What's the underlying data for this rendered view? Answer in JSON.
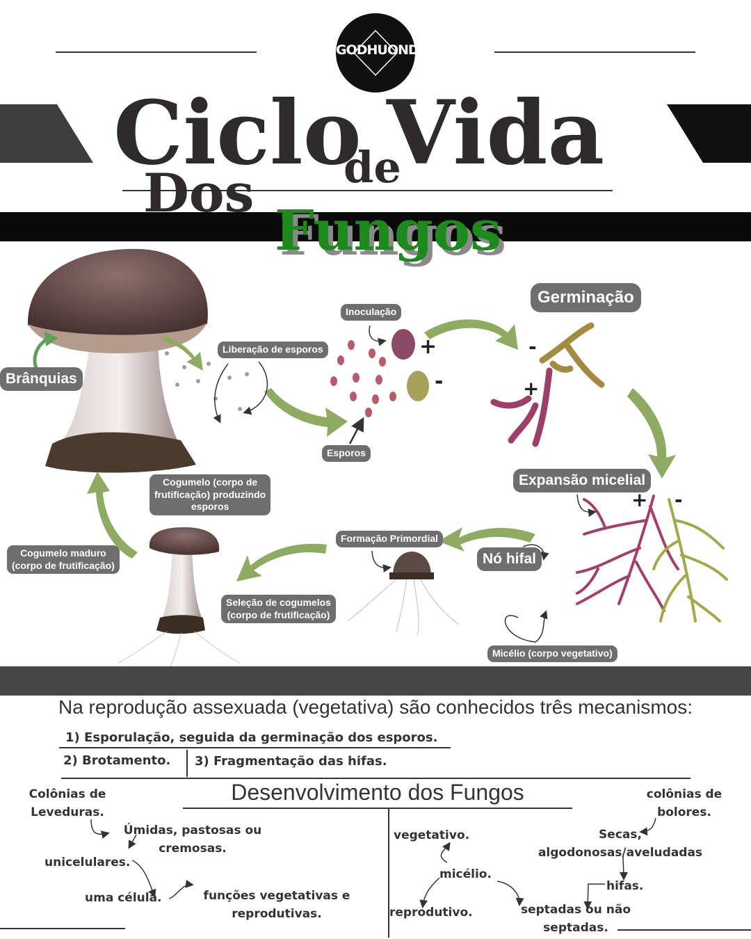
{
  "header": {
    "logo_text": "GODHUOND",
    "title_ciclo": "Ciclo",
    "title_de": "de",
    "title_vida": "Vida",
    "title_dos": "Dos",
    "title_fungos": "Fungos"
  },
  "colors": {
    "accent_green": "#1e8a1e",
    "arrow_green": "#8faa63",
    "pill_gray": "#6e6e6e",
    "dark_band": "#474747"
  },
  "diagram": {
    "labels": {
      "branquias": "Brânquias",
      "liberacao": "Liberação de esporos",
      "inoculacao": "Inoculação",
      "esporos": "Esporos",
      "germinacao": "Germinação",
      "expansao": "Expansão micelial",
      "no_hifal": "Nó hifal",
      "micelio": "Micélio (corpo vegetativo)",
      "formacao": "Formação Primordial",
      "selecao_1": "Seleção de cogumelos",
      "selecao_2": "(corpo de frutificação)",
      "cogumelo_prod_1": "Cogumelo (corpo de",
      "cogumelo_prod_2": "frutificação) produzindo",
      "cogumelo_prod_3": "esporos",
      "maduro_1": "Cogumelo maduro",
      "maduro_2": "(corpo de frutificação)"
    },
    "signs": {
      "plus": "+",
      "minus": "-"
    }
  },
  "reproduction": {
    "intro": "Na reprodução assexuada (vegetativa) são conhecidos três mecanismos:",
    "item1": "1) Esporulação, seguida da germinação dos esporos.",
    "item2": "2) Brotamento.",
    "item3": "3) Fragmentação das hifas."
  },
  "development": {
    "title": "Desenvolvimento dos Fungos",
    "leveduras": {
      "heading_1": "Colônias de",
      "heading_2": "Leveduras.",
      "umidas_1": "Úmidas, pastosas ou",
      "umidas_2": "cremosas.",
      "unicelulares": "unicelulares.",
      "uma_celula": "uma célula.",
      "funcoes_1": "funções vegetativas e",
      "funcoes_2": "reprodutivas."
    },
    "micelio": {
      "vegetativo": "vegetativo.",
      "micelio": "micélio.",
      "reprodutivo": "reprodutivo."
    },
    "bolores": {
      "heading_1": "colônias de",
      "heading_2": "bolores.",
      "secas_1": "Secas,",
      "secas_2": "algodonosas/aveludadas",
      "hifas": "hifas.",
      "septadas_1": "septadas ou não",
      "septadas_2": "septadas."
    }
  }
}
